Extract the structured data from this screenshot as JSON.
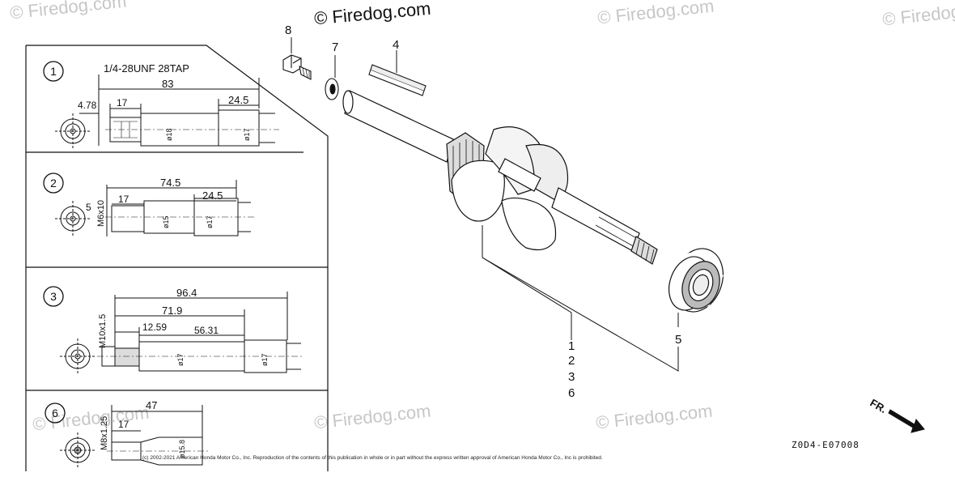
{
  "watermarks": [
    "© Firedog.com",
    "© Firedog.com",
    "© Firedog.com",
    "© Firedog.com",
    "© Firedog.com",
    "© Firedog.com"
  ],
  "copyright_mark": "© Firedog.com",
  "diagram_code": "Z0D4-E07008",
  "legal_notice": "(c) 2002-2021 American Honda Motor Co., Inc. Reproduction of the contents of this publication in whole or in part without the express written approval of American Honda Motor Co., Inc is prohibited.",
  "direction_label": "FR.",
  "callouts": [
    "8",
    "7",
    "4",
    "1",
    "2",
    "3",
    "6",
    "5"
  ],
  "variants": [
    {
      "id": "1",
      "thread_spec": "1/4-28UNF 28TAP",
      "dims": [
        "83",
        "4.78",
        "17",
        "24.5",
        "ø18",
        "ø17"
      ]
    },
    {
      "id": "2",
      "thread_spec": "M6x10",
      "dims": [
        "74.5",
        "5",
        "17",
        "24.5",
        "ø15",
        "ø17"
      ]
    },
    {
      "id": "3",
      "thread_spec": "M10x1.5",
      "dims": [
        "96.4",
        "71.9",
        "12.59",
        "56.31",
        "ø17",
        "ø17"
      ]
    },
    {
      "id": "6",
      "thread_spec": "M8x1.25",
      "dims": [
        "47",
        "17",
        "ø15.8"
      ]
    }
  ]
}
